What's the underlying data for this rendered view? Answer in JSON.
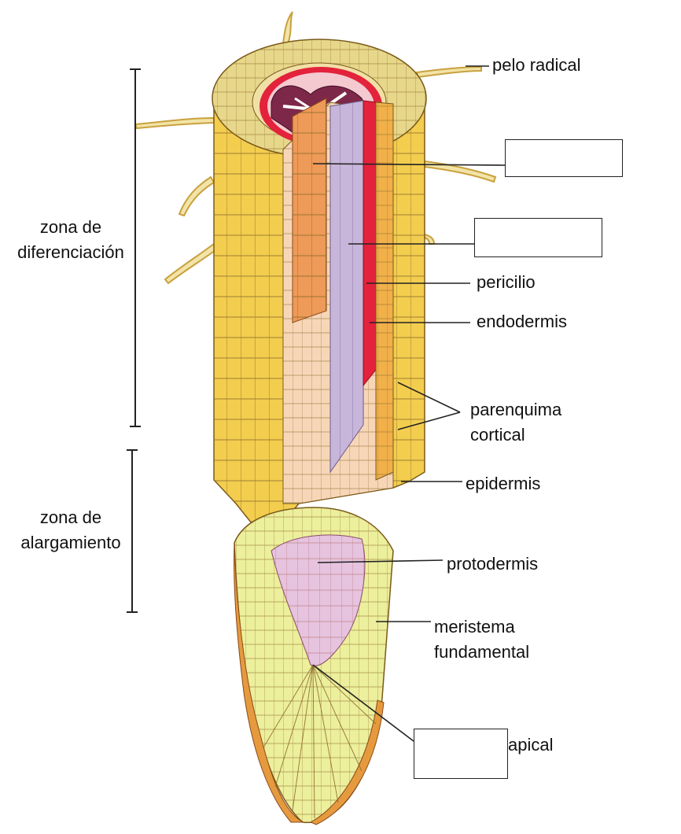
{
  "labels": {
    "pelo_radical": "pelo radical",
    "pericilio": "pericilio",
    "endodermis": "endodermis",
    "parenquima_line1": "parenquima",
    "parenquima_line2": "cortical",
    "epidermis": "epidermis",
    "protodermis": "protodermis",
    "meristema_line1": "meristema",
    "meristema_line2": "fundamental",
    "apical": "apical"
  },
  "zones": {
    "diferenciacion_line1": "zona de",
    "diferenciacion_line2": "diferenciación",
    "alargamiento_line1": "zona de",
    "alargamiento_line2": "alargamiento"
  },
  "blank_boxes": [
    "",
    "",
    ""
  ],
  "colors": {
    "epidermis_yellow": "#f3cd4e",
    "cortex_light": "#f7dfa0",
    "inner_cortex": "#f7d6b8",
    "stele_orange": "#ee9a58",
    "xylem_violet": "#c8b6da",
    "pericycle_red": "#e3223c",
    "meristem_pink": "#e6c3de",
    "cap_yellow": "#ecef9c",
    "cap_orange": "#e59a3e",
    "cell_line": "#8a6a2a"
  }
}
